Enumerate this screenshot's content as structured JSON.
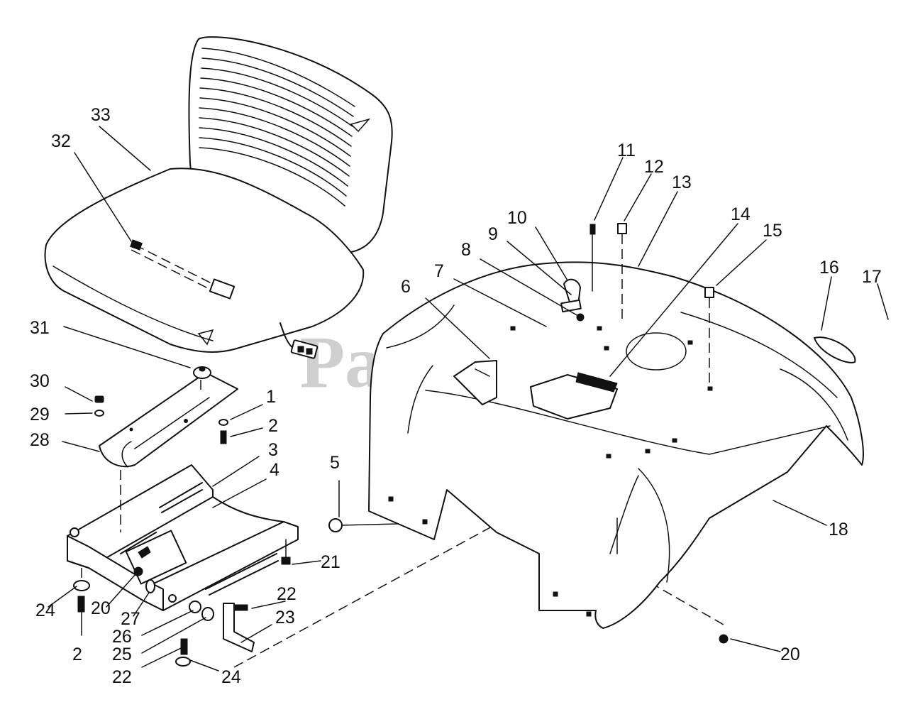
{
  "watermark": "PartsTree",
  "callouts": [
    {
      "id": "c1",
      "label": "1"
    },
    {
      "id": "c2a",
      "label": "2"
    },
    {
      "id": "c2b",
      "label": "2"
    },
    {
      "id": "c3",
      "label": "3"
    },
    {
      "id": "c4",
      "label": "4"
    },
    {
      "id": "c5",
      "label": "5"
    },
    {
      "id": "c6",
      "label": "6"
    },
    {
      "id": "c7",
      "label": "7"
    },
    {
      "id": "c8",
      "label": "8"
    },
    {
      "id": "c9",
      "label": "9"
    },
    {
      "id": "c10",
      "label": "10"
    },
    {
      "id": "c11",
      "label": "11"
    },
    {
      "id": "c12",
      "label": "12"
    },
    {
      "id": "c13",
      "label": "13"
    },
    {
      "id": "c14",
      "label": "14"
    },
    {
      "id": "c15",
      "label": "15"
    },
    {
      "id": "c16",
      "label": "16"
    },
    {
      "id": "c17",
      "label": "17"
    },
    {
      "id": "c18",
      "label": "18"
    },
    {
      "id": "c20a",
      "label": "20"
    },
    {
      "id": "c20b",
      "label": "20"
    },
    {
      "id": "c21",
      "label": "21"
    },
    {
      "id": "c22a",
      "label": "22"
    },
    {
      "id": "c22b",
      "label": "22"
    },
    {
      "id": "c23",
      "label": "23"
    },
    {
      "id": "c24a",
      "label": "24"
    },
    {
      "id": "c24b",
      "label": "24"
    },
    {
      "id": "c25",
      "label": "25"
    },
    {
      "id": "c26",
      "label": "26"
    },
    {
      "id": "c27",
      "label": "27"
    },
    {
      "id": "c28",
      "label": "28"
    },
    {
      "id": "c29",
      "label": "29"
    },
    {
      "id": "c30",
      "label": "30"
    },
    {
      "id": "c31",
      "label": "31"
    },
    {
      "id": "c32",
      "label": "32"
    },
    {
      "id": "c33",
      "label": "33"
    }
  ]
}
